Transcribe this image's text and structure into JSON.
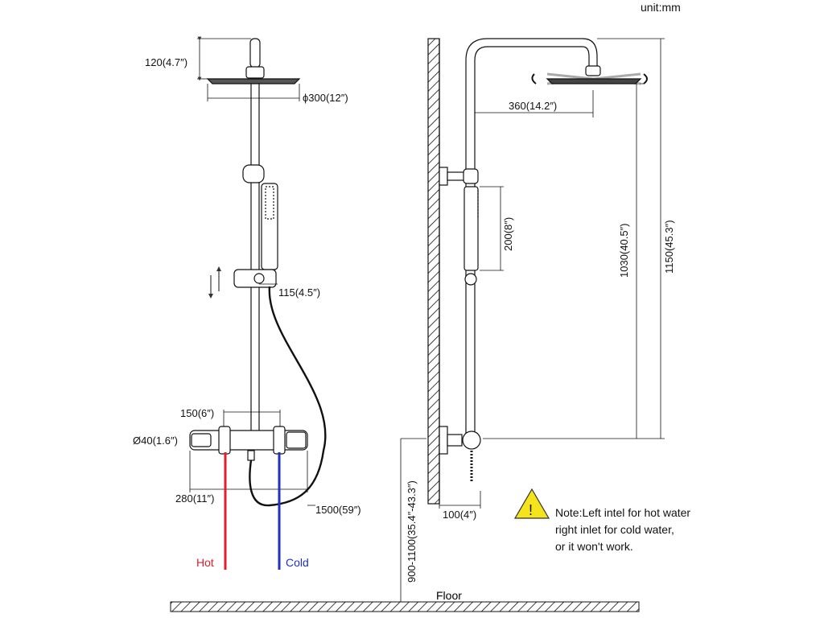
{
  "unit": "unit:mm",
  "front_view": {
    "head_height": "120(4.7″)",
    "head_diameter": "ϕ300(12″)",
    "slide_range": "115(4.5″)",
    "inlet_spacing": "150(6″)",
    "body_diameter": "Ø40(1.6″)",
    "body_width": "280(11″)",
    "hose_length": "1500(59″)",
    "hot_label": "Hot",
    "cold_label": "Cold",
    "hot_color": "#e0202a",
    "cold_color": "#2030c0"
  },
  "side_view": {
    "arm_reach": "360(14.2″)",
    "handheld_length": "200(8″)",
    "column_height": "1030(40.5″)",
    "total_height": "1150(45.3″)",
    "wall_offset": "100(4″)",
    "mount_height": "900-1100(35.4″-43.3″)",
    "floor_label": "Floor"
  },
  "note": {
    "icon": "warning-icon",
    "line1": "Note:Left intel for hot water",
    "line2": "right inlet for cold water,",
    "line3": "or it won't work."
  }
}
